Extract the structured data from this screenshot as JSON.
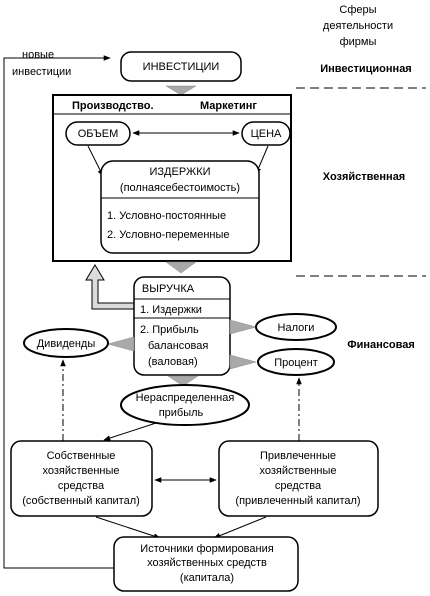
{
  "spheres": {
    "header": [
      "Сферы",
      "деятельности",
      "фирмы"
    ],
    "investment": "Инвестиционная",
    "economic": "Хозяйственная",
    "financial": "Финансовая"
  },
  "new_investments": [
    "новые",
    "инвестиции"
  ],
  "investments": "ИНВЕСТИЦИИ",
  "production": "Производство.",
  "marketing": "Маркетинг",
  "volume": "ОБЪЕМ",
  "price": "ЦЕНА",
  "costs": {
    "title": "ИЗДЕРЖКИ",
    "subtitle": "(полнаясебестоимость)",
    "items": [
      "1. Условно-постоянные",
      "2. Условно-переменные"
    ]
  },
  "revenue": {
    "title": "ВЫРУЧКА",
    "item1": "1. Издержки",
    "item2": [
      "2. Прибыль",
      "балансовая",
      "(валовая)"
    ]
  },
  "dividends": "Дивиденды",
  "taxes": "Налоги",
  "interest": "Процент",
  "retained_profit": [
    "Нераспределенная",
    "прибыль"
  ],
  "own_funds": [
    "Собственные",
    "хозяйственные",
    "средства",
    "(собственный капитал)"
  ],
  "borrowed_funds": [
    "Привлеченные",
    "хозяйственные",
    "средства",
    "(привлеченный капитал)"
  ],
  "sources": [
    "Источники формирования",
    "хозяйственных средств",
    "(капитала)"
  ]
}
